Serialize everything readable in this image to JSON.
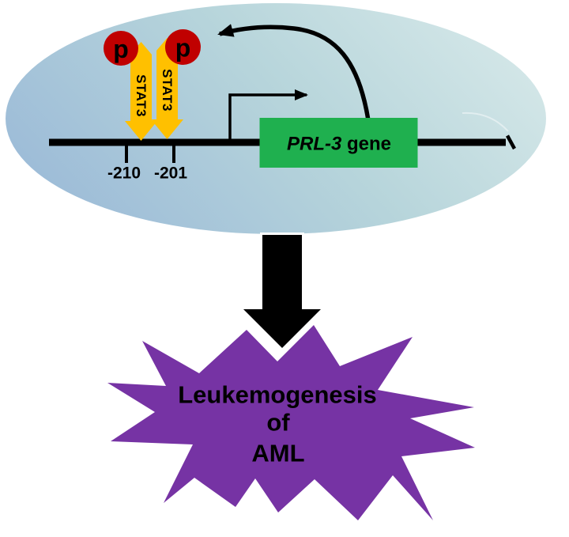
{
  "diagram": {
    "nucleus": {
      "phospho_label": "p",
      "stat3_label": "STAT3",
      "dna": {
        "tick_labels": [
          "-210",
          "-201"
        ]
      },
      "gene": {
        "name_italic": "PRL-3",
        "name_rest": " gene"
      }
    },
    "outcome": {
      "line1": "Leukemogenesis",
      "line2": "of",
      "line3": "AML"
    },
    "colors": {
      "nucleus_left": "#9CBBD8",
      "nucleus_mid": "#B7D5DB",
      "nucleus_right": "#D4E7E8",
      "phospho_red": "#C00000",
      "stat3_yellow": "#FFC000",
      "gene_green": "#1FB04F",
      "starburst_purple": "#7633A4",
      "outcome_yellow": "#FFD700",
      "ink_black": "#000000"
    }
  }
}
